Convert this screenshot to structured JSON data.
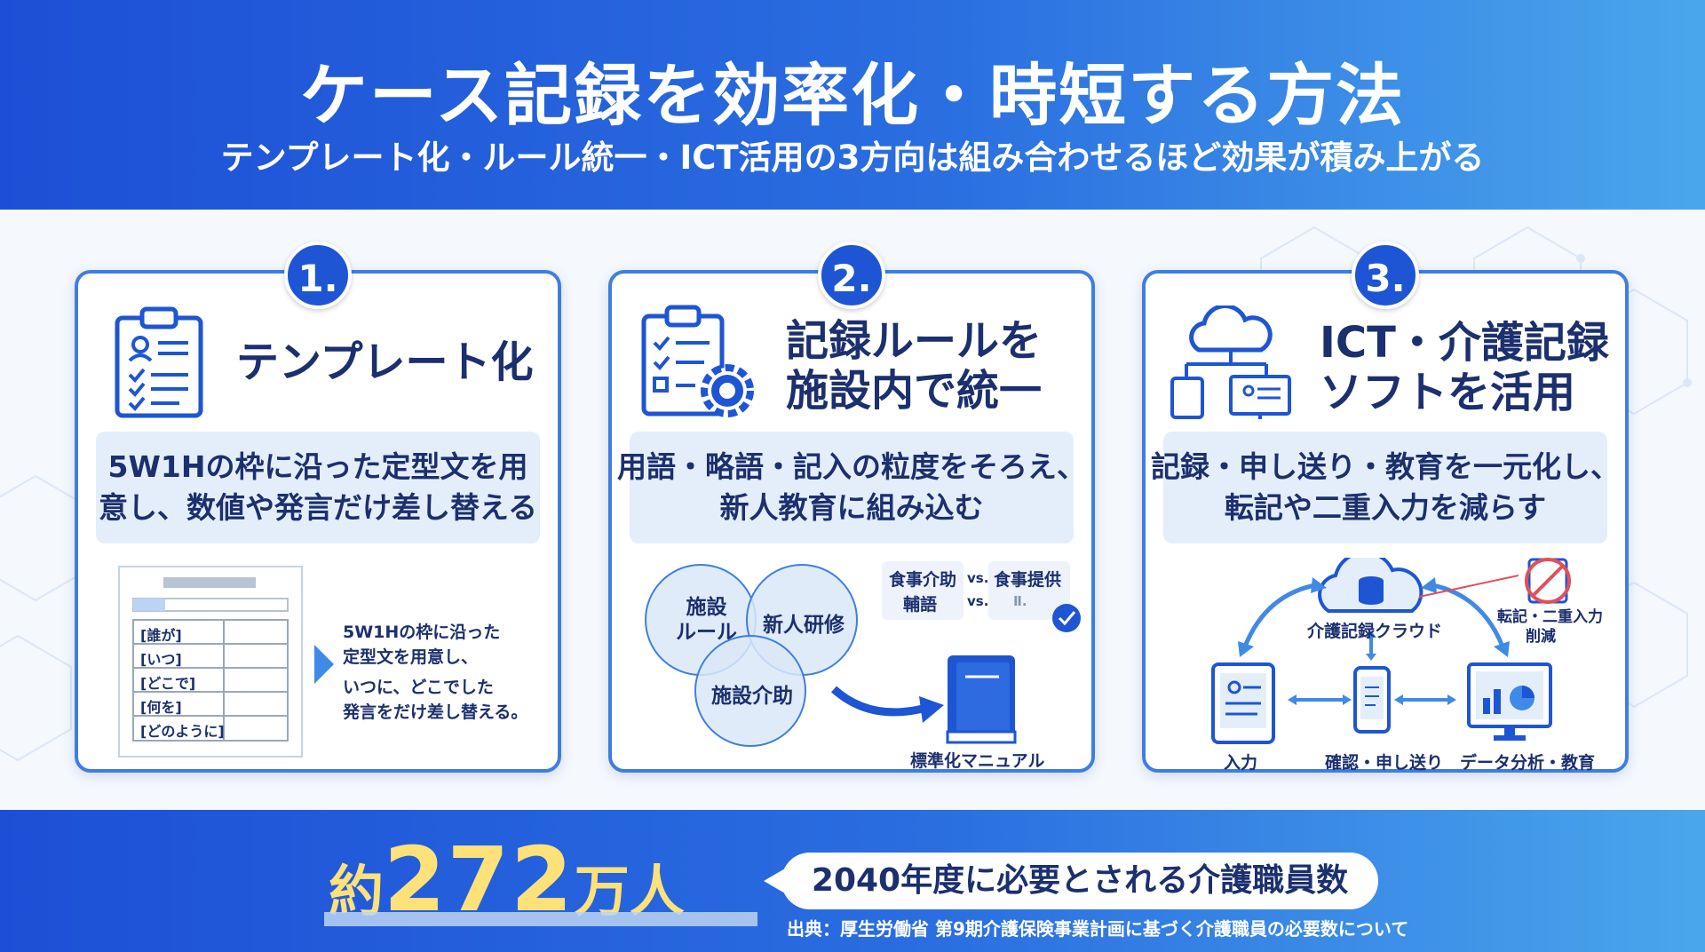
{
  "header": {
    "title": "ケース記録を効率化・時短する方法",
    "subtitle": "テンプレート化・ルール統一・ICT活用の3方向は組み合わせるほど効果が積み上がる"
  },
  "cards": [
    {
      "number": "1.",
      "title_lines": [
        "テンプレート化"
      ],
      "desc_lines": [
        "5W1Hの枠に沿った定型文を用",
        "意し、数値や発言だけ差し替える"
      ],
      "template_fields": [
        "[誰が]",
        "[いつ]",
        "[どこで]",
        "[何を]",
        "[どのように]"
      ],
      "note_lines": [
        "5W1Hの枠に沿った",
        "定型文を用意し、",
        "いつに、どこでした",
        "発言をだけ差し替える。"
      ]
    },
    {
      "number": "2.",
      "title_lines": [
        "記録ルールを",
        "施設内で統一"
      ],
      "desc_lines": [
        "用語・略語・記入の粒度をそろえ、",
        "新人教育に組み込む"
      ],
      "circles": [
        "施設\nルール",
        "新人研修",
        "施設介助"
      ],
      "terms": {
        "left": [
          "食事介助",
          "輔語"
        ],
        "vs": [
          "vs.",
          "vs."
        ],
        "right": [
          "食事提供",
          "Ⅱ."
        ]
      },
      "manual_label": "標準化マニュアル"
    },
    {
      "number": "3.",
      "title_lines": [
        "ICT・介護記録",
        "ソフトを活用"
      ],
      "desc_lines": [
        "記録・申し送り・教育を一元化し、",
        "転記や二重入力を減らす"
      ],
      "cloud_label": "介護記録クラウド",
      "reduce_label": [
        "転記・二重入力",
        "削減"
      ],
      "devices": [
        "入力",
        "確認・申し送り",
        "データ分析・教育"
      ]
    }
  ],
  "footer": {
    "prefix": "約",
    "number": "272",
    "unit": "万人",
    "bubble": "2040年度に必要とされる介護職員数",
    "source": "出典：厚生労働省 第9期介護保険事業計画に基づく介護職員の必要数について"
  },
  "colors": {
    "primary": "#1e55d4",
    "dark_text": "#1c2f6e",
    "light_box": "#e4eefb",
    "accent_yellow": "#ffe17a"
  }
}
